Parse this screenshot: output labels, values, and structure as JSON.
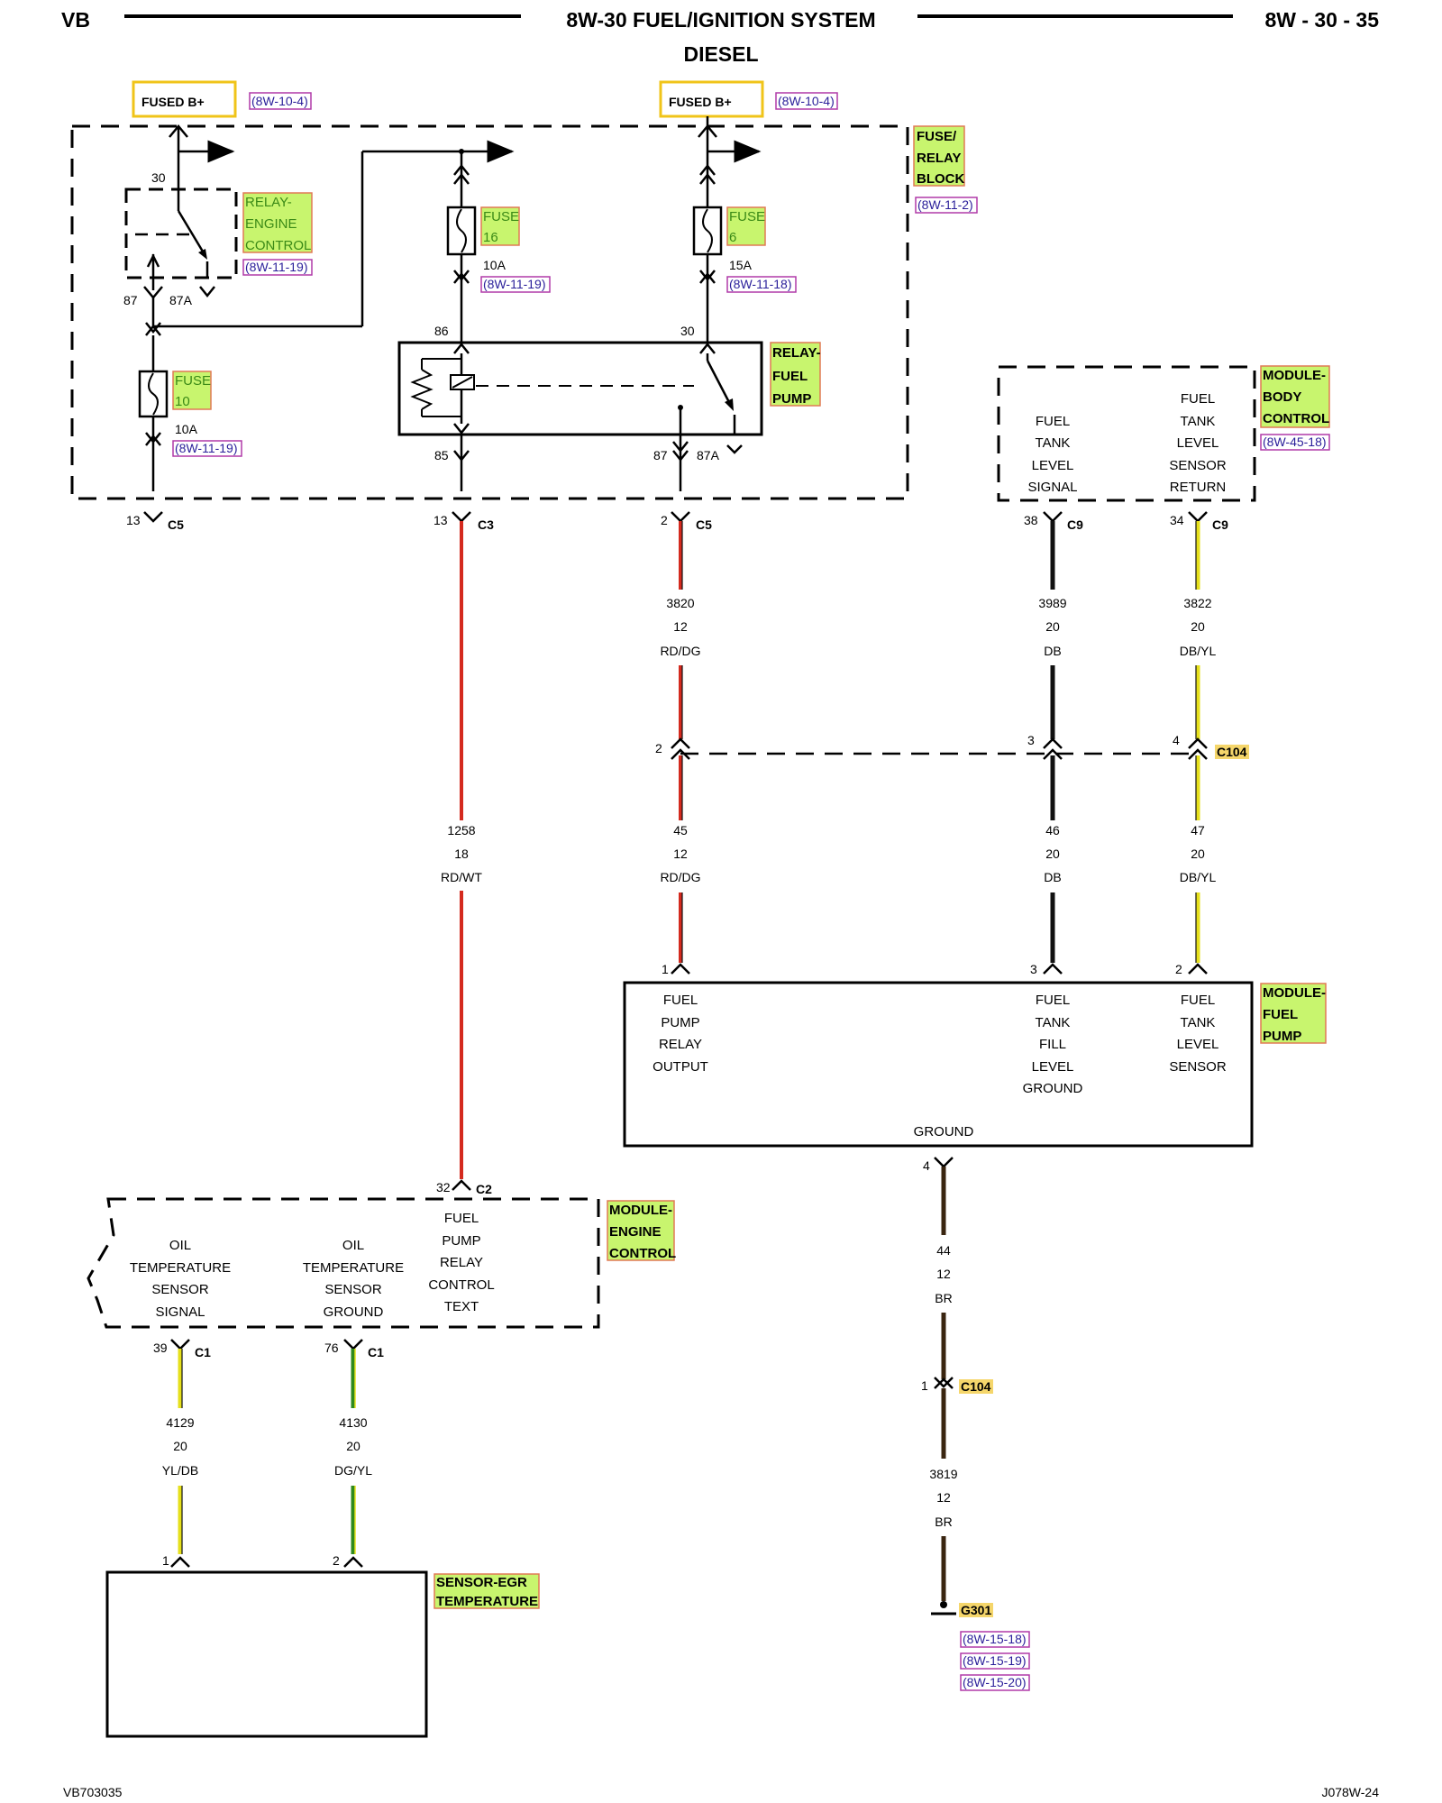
{
  "header": {
    "left": "VB",
    "title": "8W-30 FUEL/IGNITION SYSTEM",
    "subtitle": "DIESEL",
    "right": "8W - 30 - 35"
  },
  "footer": {
    "left": "VB703035",
    "right": "J078W-24"
  },
  "fused_b_plus": {
    "left": {
      "label": "FUSED B+",
      "ref": "(8W-10-4)"
    },
    "right": {
      "label": "FUSED B+",
      "ref": "(8W-10-4)"
    }
  },
  "fuse_relay_block": {
    "label_1": "FUSE/",
    "label_2": "RELAY",
    "label_3": "BLOCK",
    "ref": "(8W-11-2)"
  },
  "relay_engine_control": {
    "label_1": "RELAY-",
    "label_2": "ENGINE",
    "label_3": "CONTROL",
    "ref": "(8W-11-19)",
    "pin_30": "30",
    "pin_87": "87",
    "pin_87a": "87A"
  },
  "fuse_10": {
    "label_1": "FUSE",
    "label_2": "10",
    "rating": "10A",
    "ref": "(8W-11-19)"
  },
  "fuse_16": {
    "label_1": "FUSE",
    "label_2": "16",
    "rating": "10A",
    "ref": "(8W-11-19)"
  },
  "fuse_6": {
    "label_1": "FUSE",
    "label_2": "6",
    "rating": "15A",
    "ref": "(8W-11-18)"
  },
  "relay_fuel_pump": {
    "label_1": "RELAY-",
    "label_2": "FUEL",
    "label_3": "PUMP",
    "pin_86": "86",
    "pin_30": "30",
    "pin_85": "85",
    "pin_87": "87",
    "pin_87a": "87A"
  },
  "connectors": {
    "c5_13": {
      "pin": "13",
      "name": "C5"
    },
    "c3_13": {
      "pin": "13",
      "name": "C3"
    },
    "c5_2": {
      "pin": "2",
      "name": "C5"
    },
    "c9_38": {
      "pin": "38",
      "name": "C9"
    },
    "c9_34": {
      "pin": "34",
      "name": "C9"
    },
    "c104_2": "2",
    "c104_3": "3",
    "c104_4": "4",
    "c104_name": "C104",
    "c2_32": {
      "pin": "32",
      "name": "C2"
    },
    "c1_39": {
      "pin": "39",
      "name": "C1"
    },
    "c1_76": {
      "pin": "76",
      "name": "C1"
    },
    "mfp_1": "1",
    "mfp_3": "3",
    "mfp_2": "2",
    "mfp_4": "4",
    "c104_1": "1",
    "sensor_1": "1",
    "sensor_2": "2"
  },
  "wires": {
    "w1258": {
      "circuit": "1258",
      "gauge": "18",
      "color": "RD/WT"
    },
    "w3820": {
      "circuit": "3820",
      "gauge": "12",
      "color": "RD/DG"
    },
    "w3989": {
      "circuit": "3989",
      "gauge": "20",
      "color": "DB"
    },
    "w3822": {
      "circuit": "3822",
      "gauge": "20",
      "color": "DB/YL"
    },
    "w45": {
      "circuit": "45",
      "gauge": "12",
      "color": "RD/DG"
    },
    "w46": {
      "circuit": "46",
      "gauge": "20",
      "color": "DB"
    },
    "w47": {
      "circuit": "47",
      "gauge": "20",
      "color": "DB/YL"
    },
    "w44": {
      "circuit": "44",
      "gauge": "12",
      "color": "BR"
    },
    "w3819": {
      "circuit": "3819",
      "gauge": "12",
      "color": "BR"
    },
    "w4129": {
      "circuit": "4129",
      "gauge": "20",
      "color": "YL/DB"
    },
    "w4130": {
      "circuit": "4130",
      "gauge": "20",
      "color": "DG/YL"
    }
  },
  "module_body_control": {
    "label_1": "MODULE-",
    "label_2": "BODY",
    "label_3": "CONTROL",
    "ref": "(8W-45-18)",
    "left": [
      "FUEL",
      "TANK",
      "LEVEL",
      "SIGNAL"
    ],
    "right": [
      "FUEL",
      "TANK",
      "LEVEL",
      "SENSOR",
      "RETURN"
    ]
  },
  "module_fuel_pump": {
    "label_1": "MODULE-",
    "label_2": "FUEL",
    "label_3": "PUMP",
    "col1": [
      "FUEL",
      "PUMP",
      "RELAY",
      "OUTPUT"
    ],
    "col2": [
      "FUEL",
      "TANK",
      "FILL",
      "LEVEL",
      "GROUND"
    ],
    "col3": [
      "FUEL",
      "TANK",
      "LEVEL",
      "SENSOR"
    ],
    "ground": "GROUND"
  },
  "module_engine_control": {
    "label_1": "MODULE-",
    "label_2": "ENGINE",
    "label_3": "CONTROL",
    "col1": [
      "OIL",
      "TEMPERATURE",
      "SENSOR",
      "SIGNAL"
    ],
    "col2": [
      "OIL",
      "TEMPERATURE",
      "SENSOR",
      "GROUND"
    ],
    "col3": [
      "FUEL",
      "PUMP",
      "RELAY",
      "CONTROL",
      "TEXT"
    ]
  },
  "sensor_egr": {
    "label_1": "SENSOR-EGR",
    "label_2": "TEMPERATURE"
  },
  "ground_g301": {
    "name": "G301",
    "refs": [
      "(8W-15-18)",
      "(8W-15-19)",
      "(8W-15-20)"
    ]
  },
  "colors": {
    "red": "#d42a1e",
    "black": "#111111",
    "yellow": "#e6e01c",
    "green": "#2f8a1e",
    "brown": "#3a2510",
    "highlight": "#c8f56e",
    "highlight_border": "#e07a55",
    "fused_border": "#f0c419",
    "ref_border": "#b03aa8"
  }
}
